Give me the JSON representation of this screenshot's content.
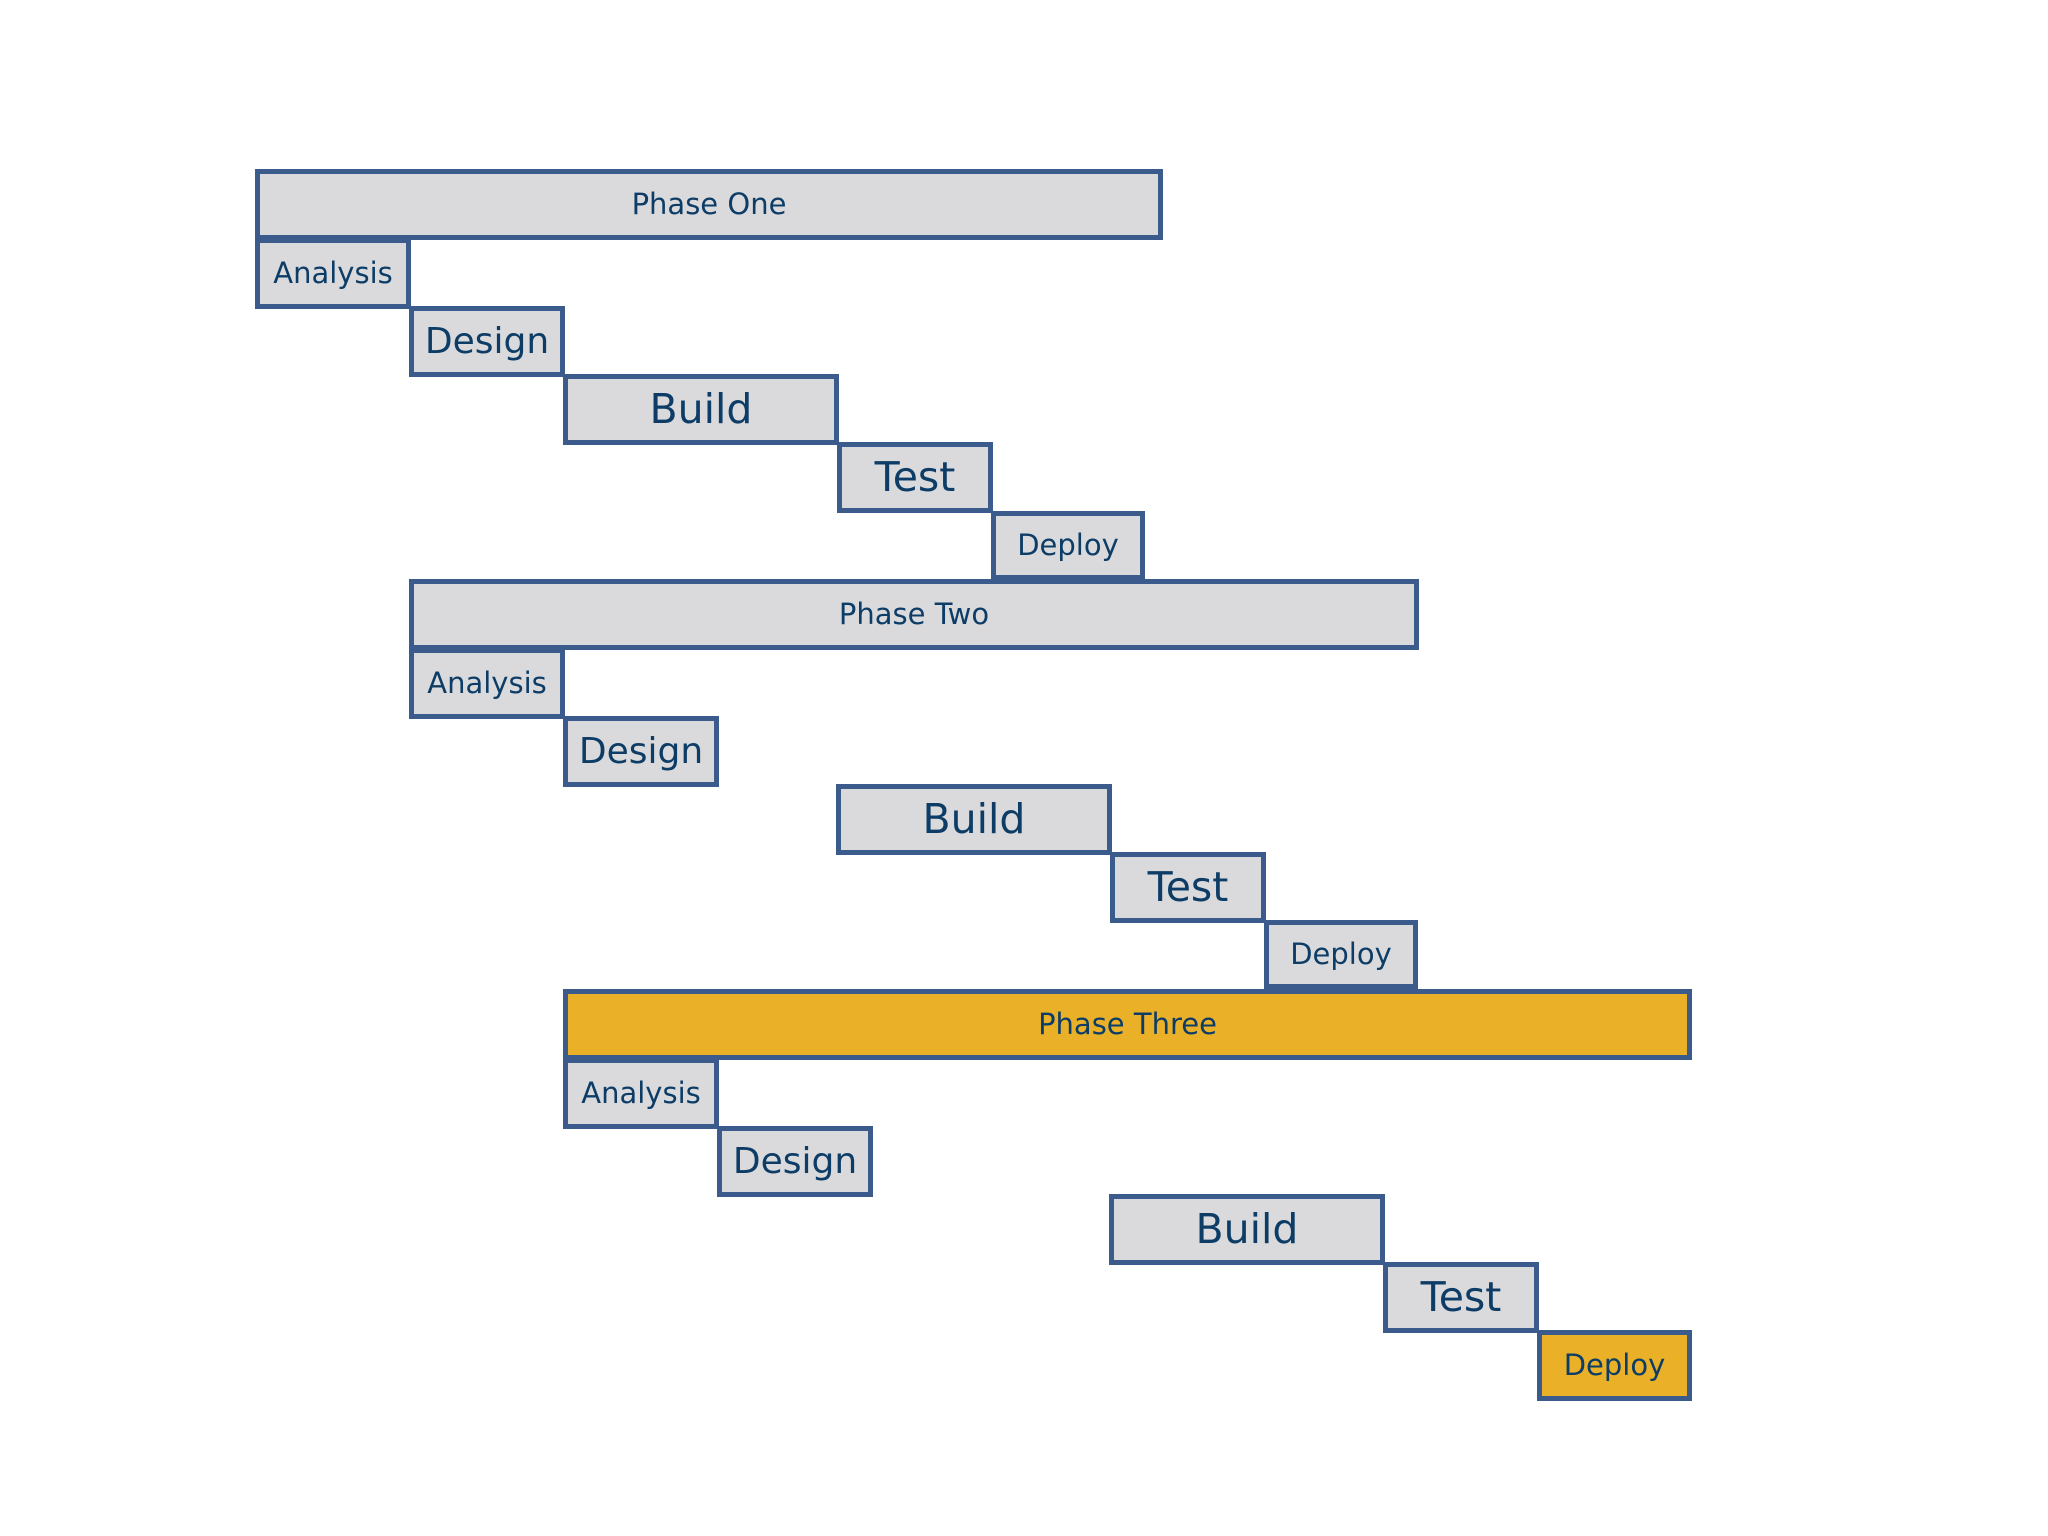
{
  "colors": {
    "border": "#3b5b8c",
    "box_fill": "#dadadc",
    "highlight_fill": "#eab128",
    "text": "#0d3d66"
  },
  "phases": [
    {
      "title": "Phase One",
      "highlighted": false,
      "tasks": [
        {
          "label": "Analysis",
          "highlighted": false
        },
        {
          "label": "Design",
          "highlighted": false
        },
        {
          "label": "Build",
          "highlighted": false
        },
        {
          "label": "Test",
          "highlighted": false
        },
        {
          "label": "Deploy",
          "highlighted": false
        }
      ]
    },
    {
      "title": "Phase Two",
      "highlighted": false,
      "tasks": [
        {
          "label": "Analysis",
          "highlighted": false
        },
        {
          "label": "Design",
          "highlighted": false
        },
        {
          "label": "Build",
          "highlighted": false
        },
        {
          "label": "Test",
          "highlighted": false
        },
        {
          "label": "Deploy",
          "highlighted": false
        }
      ]
    },
    {
      "title": "Phase Three",
      "highlighted": true,
      "tasks": [
        {
          "label": "Analysis",
          "highlighted": false
        },
        {
          "label": "Design",
          "highlighted": false
        },
        {
          "label": "Build",
          "highlighted": false
        },
        {
          "label": "Test",
          "highlighted": false
        },
        {
          "label": "Deploy",
          "highlighted": true
        }
      ]
    }
  ]
}
